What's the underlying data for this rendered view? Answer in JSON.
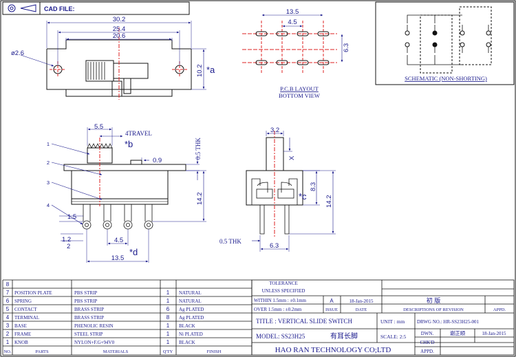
{
  "header": {
    "cad_file_label": "CAD FILE:"
  },
  "top_view": {
    "dim_30_2": "30.2",
    "dim_25_4": "25.4",
    "dim_20_6": "20.6",
    "hole_dia": "ø2.6",
    "dim_10_2": "10.2",
    "mark_a": "*a"
  },
  "pcb": {
    "dim_13_5": "13.5",
    "dim_4_5": "4.5",
    "dim_6_3": "6.3",
    "title": "P.C.B LAYOUT",
    "subtitle": "BOTTOM VIEW"
  },
  "schematic": {
    "label": "SCHEMATIC (NON-SHORTING)"
  },
  "side_view": {
    "dim_5_5": "5.5",
    "travel": "4TRAVEL",
    "mark_b": "*b",
    "dim_0_9": "0.9",
    "thk": "0.5 THK",
    "dim_14_2": "14.2",
    "dim_1_5": "1.5",
    "dim_1_2": "1.2",
    "dim_2": "2",
    "dim_4_5": "4.5",
    "mark_d": "*d",
    "dim_13_5": "13.5",
    "callouts": [
      "1",
      "2",
      "3",
      "4"
    ]
  },
  "end_view": {
    "dim_3_2": "3.2",
    "x_mark": "X",
    "mark_c": "*c",
    "dim_8_3": "8.3",
    "dim_14_2": "14.2",
    "thk": "0.5 THK",
    "dim_6_3": "6.3"
  },
  "parts_table": {
    "rows": [
      {
        "no": "8",
        "part": "",
        "material": "",
        "qty": "",
        "finish": ""
      },
      {
        "no": "7",
        "part": "POSITION PLATE",
        "material": "PBS STRIP",
        "qty": "1",
        "finish": "NATURAL"
      },
      {
        "no": "6",
        "part": "SPRING",
        "material": "PBS STRIP",
        "qty": "1",
        "finish": "NATURAL"
      },
      {
        "no": "5",
        "part": "CONTACT",
        "material": "BRASS STRIP",
        "qty": "6",
        "finish": "Ag PLATED"
      },
      {
        "no": "4",
        "part": "TERMINAL",
        "material": "BRASS STRIP",
        "qty": "8",
        "finish": "Ag PLATED"
      },
      {
        "no": "3",
        "part": "BASE",
        "material": "PHENOLIC RESIN",
        "qty": "1",
        "finish": "BLACK"
      },
      {
        "no": "2",
        "part": "FRAME",
        "material": "STEEL STRIP",
        "qty": "1",
        "finish": "Ni PLATED"
      },
      {
        "no": "1",
        "part": "KNOB",
        "material": "NYLON+F.G+94V0",
        "qty": "1",
        "finish": "BLACK"
      }
    ],
    "headers": {
      "no": "NO.",
      "parts": "PARTS",
      "materials": "MATERIALS",
      "qty": "Q'TY",
      "finish": "FINISH"
    }
  },
  "title_block": {
    "tolerance": "TOLERANCE",
    "unless": "UNLESS  SPECIFIED",
    "within": "WITHIN 1.5mm : ±0.1mm",
    "over": "OVER 1.5mm : ±0.2mm",
    "rev": "A",
    "date": "18-Jan-2015",
    "rev_desc": "初  版",
    "issue_label": "ISSUE",
    "date_label": "DATE",
    "desc_label": "DESCRIPTIONS OF REVISION",
    "appd_label": "APPD.",
    "title": "TITLE :  VERTICAL SLIDE SWITCH",
    "unit": "UNIT :  mm",
    "drwg": "DRWG NO.: HR-SS23H25-001",
    "model": "MODEL:    SS23H25",
    "model_cn": "有耳长脚",
    "scale": "SCALE:  2:5",
    "dwn_label": "DWN.",
    "dwn_name": "谢正顺",
    "dwn_date": "18-Jan-2015",
    "chkd_label": "CHK'D",
    "company": "HAO  RAN  TECHNOLOGY  CO;LTD",
    "appd2_label": "APPD."
  }
}
